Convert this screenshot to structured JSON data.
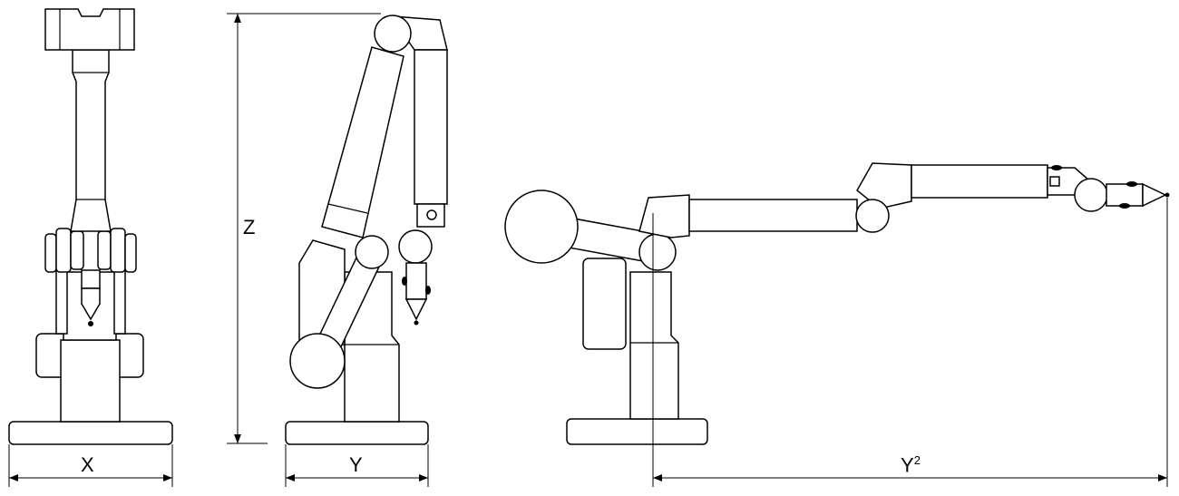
{
  "diagram": {
    "views": [
      {
        "name": "front-view",
        "dimension_label": "X"
      },
      {
        "name": "side-view",
        "dimension_labels": [
          "Z",
          "Y"
        ]
      },
      {
        "name": "extended-view",
        "dimension_label": "Y",
        "dimension_superscript": "2"
      }
    ],
    "labels": {
      "x": "X",
      "y": "Y",
      "z": "Z",
      "y2": "Y",
      "y2_sup": "2"
    },
    "line_color": "#000000",
    "background": "#ffffff"
  }
}
